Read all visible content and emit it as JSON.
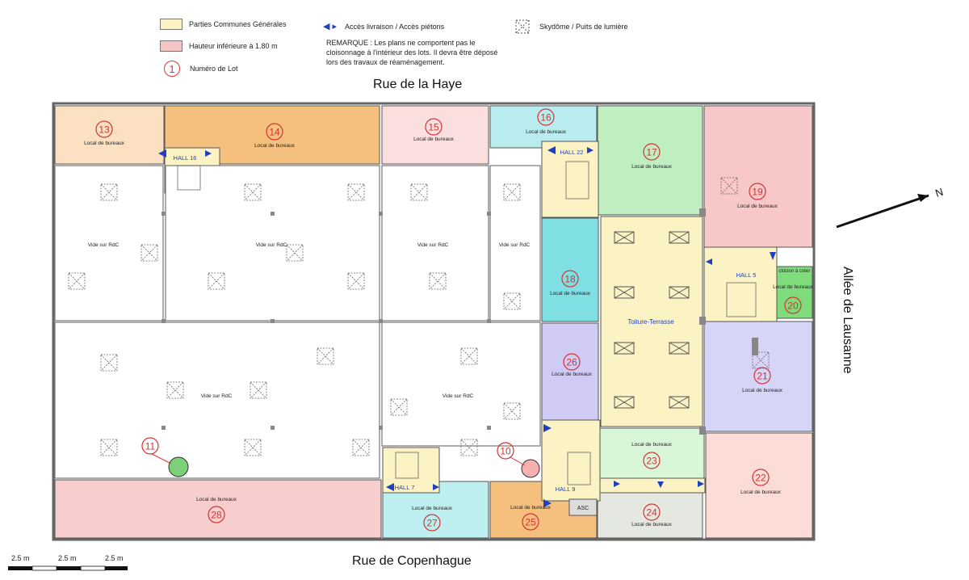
{
  "legend": {
    "common": "Parties Communes Générales",
    "height": "Hauteur inférieure à 1.80 m",
    "lot_number_symbol": "1",
    "lot_number": "Numéro de Lot",
    "access": "Accès livraison / Accès piétons",
    "skylight": "Skydôme / Puits de lumière",
    "remark": "REMARQUE : Les plans ne comportent pas le cloisonnage à l'intérieur des lots. Il devra être déposé lors des travaux de réaménagement."
  },
  "streets": {
    "north": "Rue de la Haye",
    "south": "Rue de Copenhague",
    "east": "Allée de Lausanne"
  },
  "north_arrow": "N",
  "scale": [
    "2.5 m",
    "2.5 m",
    "2.5 m"
  ],
  "colors": {
    "common": "#fbf3c4",
    "height": "#f6c6c6",
    "lot_number": "#d33333",
    "access": "#1f3fbf"
  },
  "lots": [
    {
      "number": "13",
      "label": "Local de bureaux"
    },
    {
      "number": "14",
      "label": "Local de bureaux"
    },
    {
      "number": "15",
      "label": "Local de bureaux"
    },
    {
      "number": "16",
      "label": "Local de bureaux"
    },
    {
      "number": "17",
      "label": "Local de bureaux"
    },
    {
      "number": "19",
      "label": "Local de bureaux"
    },
    {
      "number": "18",
      "label": "Local de bureaux"
    },
    {
      "number": "20",
      "label": "Local de bureaux"
    },
    {
      "number": "26",
      "label": "Local de bureaux"
    },
    {
      "number": "21",
      "label": "Local de bureaux"
    },
    {
      "number": "23",
      "label": "Local de bureaux"
    },
    {
      "number": "22",
      "label": "Local de bureaux"
    },
    {
      "number": "24",
      "label": "Local de bureaux"
    },
    {
      "number": "25",
      "label": "Local de bureaux"
    },
    {
      "number": "27",
      "label": "Local de bureaux"
    },
    {
      "number": "28",
      "label": "Local de bureaux"
    },
    {
      "number": "11",
      "label": ""
    },
    {
      "number": "10",
      "label": ""
    }
  ],
  "halls": [
    "HALL 16",
    "HALL 22",
    "HALL 5",
    "HALL 7",
    "HALL 9"
  ],
  "voids": [
    "Vide sur RdC",
    "Vide sur RdC",
    "Vide sur RdC",
    "Vide sur RdC",
    "Vide sur RdC",
    "Vide sur RdC"
  ],
  "roof": "Toiture-Terrasse",
  "asc": "ASC",
  "cloison": "cloison à créer"
}
